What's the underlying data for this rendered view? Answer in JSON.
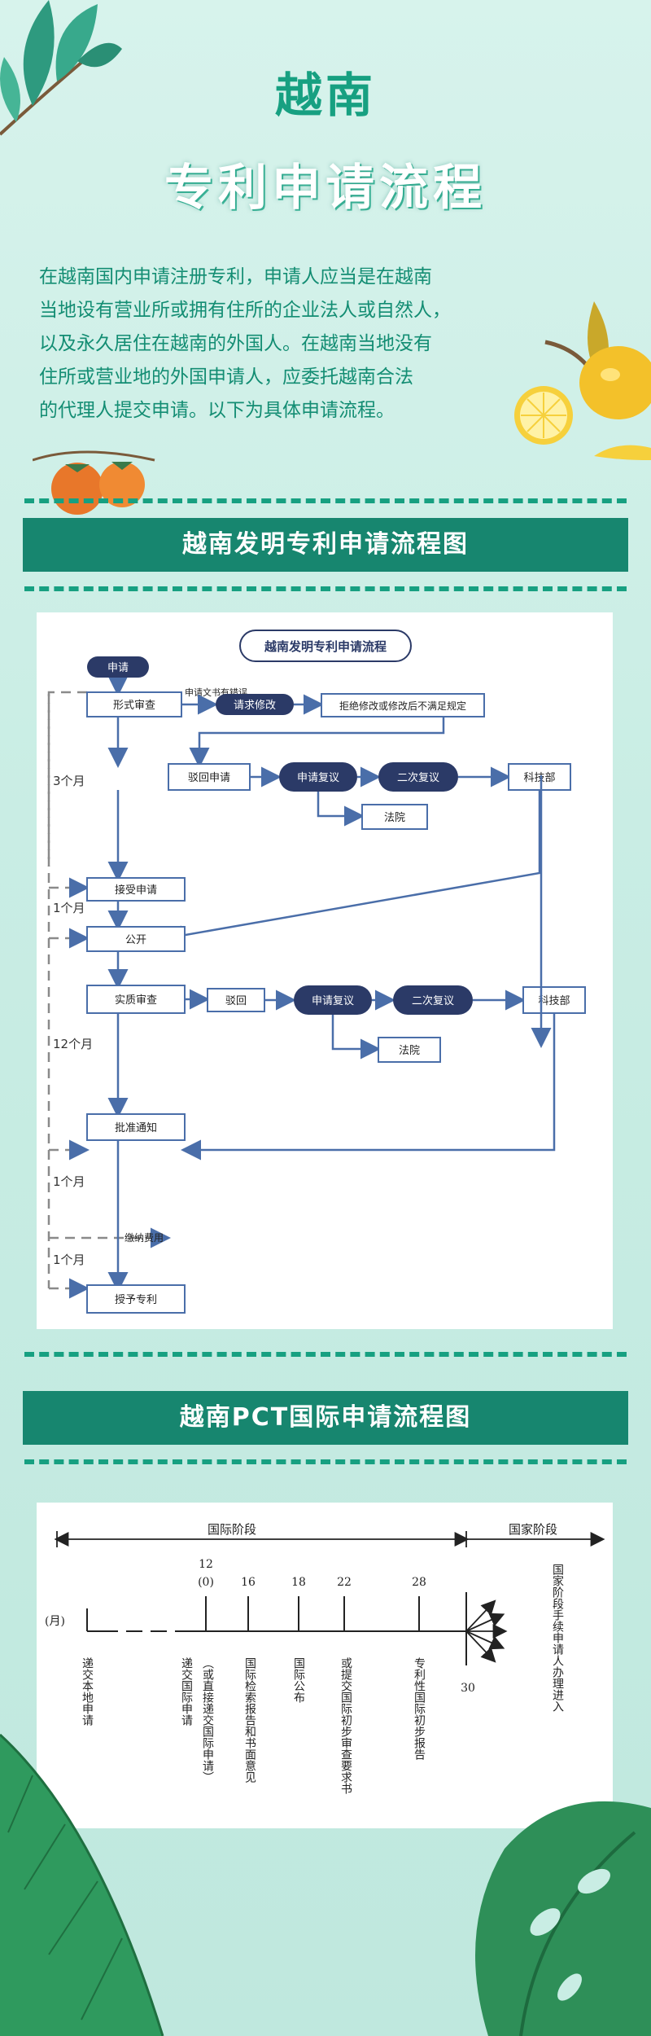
{
  "header": {
    "title": "越南",
    "subtitle": "专利申请流程"
  },
  "intro": {
    "lines": [
      "在越南国内申请注册专利，申请人应当是在越南",
      "当地设有营业所或拥有住所的企业法人或自然人，",
      "以及永久居住在越南的外国人。在越南当地没有",
      "住所或营业地的外国申请人，应委托越南合法",
      "的代理人提交申请。以下为具体申请流程。"
    ]
  },
  "section1": {
    "banner": "越南发明专利申请流程图",
    "diagram": {
      "title": "越南发明专利申请流程",
      "nodes": {
        "apply": "申请",
        "formal_exam": "形式审查",
        "doc_error": "申请文书有错误",
        "request_amend": "请求修改",
        "reject_fail": "拒绝修改或修改后不满足规定",
        "reject_app": "驳回申请",
        "appeal1": "申请复议",
        "second_appeal1": "二次复议",
        "sci_dept1": "科技部",
        "court1": "法院",
        "accept": "接受申请",
        "publish": "公开",
        "substantive": "实质审查",
        "reject2": "驳回",
        "appeal2": "申请复议",
        "second_appeal2": "二次复议",
        "sci_dept2": "科技部",
        "court2": "法院",
        "approval": "批准通知",
        "pay_fee": "缴纳费用",
        "grant": "授予专利"
      },
      "durations": [
        "3个月",
        "1个月",
        "12个月",
        "1个月",
        "1个月"
      ]
    }
  },
  "section2": {
    "banner": "越南PCT国际申请流程图",
    "diagram": {
      "phase_international": "国际阶段",
      "phase_national": "国家阶段",
      "month_label": "(月)",
      "tick_12": "12",
      "tick_0": "(0)",
      "tick_16": "16",
      "tick_18": "18",
      "tick_22": "22",
      "tick_28": "28",
      "tick_30": "30",
      "col_local": "递交本地申请",
      "col_intl": "递交国际申请",
      "col_direct": "（或直接递交国际申请）",
      "col_search": "国际检索报告和书面意见",
      "col_publish": "国际公布",
      "col_exam_req": "或提交国际初步审查要求书",
      "col_prelim": "专利性国际初步报告",
      "col_national": "国家阶段手续申请人办理进入"
    }
  },
  "colors": {
    "brand": "#17a081",
    "banner": "#17866f",
    "node_dark": "#2b3a67",
    "arrow": "#4a6ea9"
  }
}
